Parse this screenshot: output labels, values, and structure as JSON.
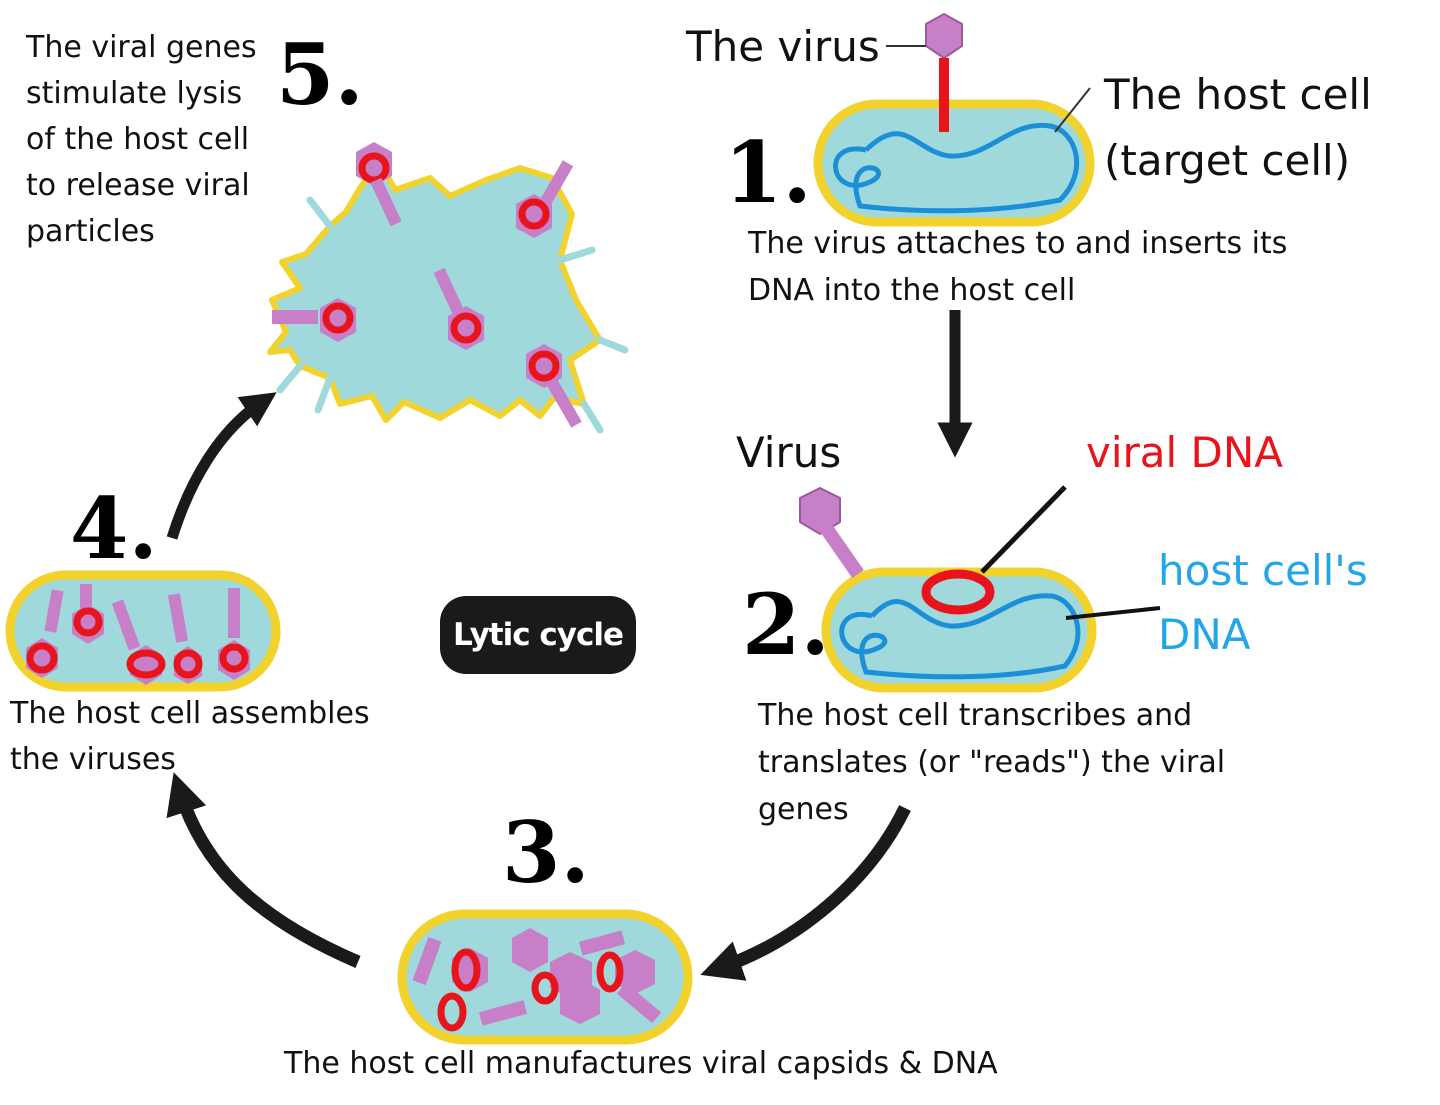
{
  "title": "Lytic cycle",
  "steps": [
    {
      "number": "1.",
      "text_lines": [
        "The virus attaches to and inserts its",
        "DNA into the host cell"
      ]
    },
    {
      "number": "2.",
      "text_lines": [
        "The host cell transcribes and",
        "translates (or \"reads\") the viral",
        "genes"
      ]
    },
    {
      "number": "3.",
      "text_lines": [
        "The host cell manufactures viral capsids & DNA"
      ]
    },
    {
      "number": "4.",
      "text_lines": [
        "The host cell assembles",
        "the viruses"
      ]
    },
    {
      "number": "5.",
      "text_lines": [
        "The viral genes",
        "stimulate lysis",
        "of the host cell",
        "to release viral",
        "particles"
      ]
    }
  ],
  "labels": {
    "the_virus": "The virus",
    "host_cell_line1": "The host cell",
    "host_cell_line2": "(target cell)",
    "virus": "Virus",
    "viral_dna": "viral DNA",
    "host_dna_line1": "host cell's",
    "host_dna_line2": "DNA"
  },
  "colors": {
    "cell_fill": "#9fd9dc",
    "cell_border": "#f2d32e",
    "host_dna": "#1b8fd8",
    "viral_dna": "#e8141c",
    "virus": "#c77fc7",
    "arrow": "#1a1a1a",
    "viral_dna_label": "#e8141c",
    "host_dna_label": "#22a6e8",
    "badge": "#1a1a1a"
  }
}
